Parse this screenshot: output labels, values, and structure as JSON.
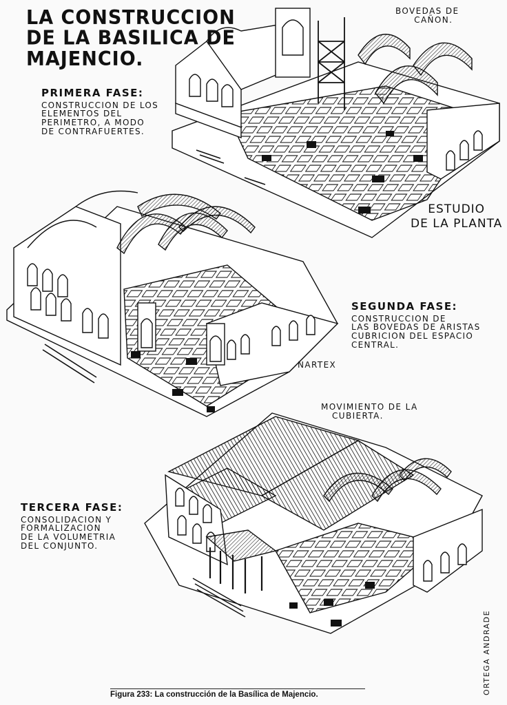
{
  "title": {
    "line1": "LA CONSTRUCCION",
    "line2": "DE LA BASILICA DE",
    "line3": "MAJENCIO."
  },
  "labels": {
    "bovedas": {
      "line1": "BOVEDAS DE",
      "line2": "CAÑON."
    },
    "estudio": {
      "line1": "ESTUDIO",
      "line2": "DE LA PLANTA"
    },
    "nartex": "NARTEX",
    "movimiento": {
      "line1": "MOVIMIENTO DE LA",
      "line2": "CUBIERTA."
    }
  },
  "phases": [
    {
      "heading": "PRIMERA FASE:",
      "lines": [
        "CONSTRUCCION DE LOS",
        "ELEMENTOS DEL",
        "PERIMETRO, A MODO",
        "DE CONTRAFUERTES."
      ]
    },
    {
      "heading": "SEGUNDA FASE:",
      "lines": [
        "CONSTRUCCION DE",
        "LAS BOVEDAS DE ARISTAS",
        "CUBRICION DEL ESPACIO",
        "CENTRAL."
      ]
    },
    {
      "heading": "TERCERA FASE:",
      "lines": [
        "CONSOLIDACION Y",
        "FORMALIZACION",
        "DE LA VOLUMETRIA",
        "DEL CONJUNTO."
      ]
    }
  ],
  "caption": "Figura 233: La construcción de la Basílica de Majencio.",
  "credit": "ORTEGA ANDRADE"
}
